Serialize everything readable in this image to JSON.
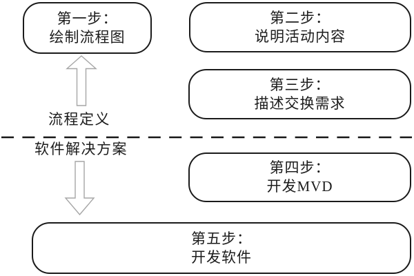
{
  "diagram": {
    "colors": {
      "background": "#ffffff",
      "box_border": "#1a1a1a",
      "text": "#1c1c1c",
      "divider": "#161616",
      "arrow_outline": "#a6a6a6",
      "arrow_fill": "#ffffff"
    },
    "boxes": [
      {
        "name": "step-1",
        "line1": "第一步：",
        "line2": "绘制流程图"
      },
      {
        "name": "step-2",
        "line1": "第二步：",
        "line2": "说明活动内容"
      },
      {
        "name": "step-3",
        "line1": "第三步：",
        "line2": "描述交换需求"
      },
      {
        "name": "step-4",
        "line1": "第四步：",
        "line2": "开发MVD"
      },
      {
        "name": "step-5",
        "line1": "第五步：",
        "line2": "开发软件"
      }
    ],
    "labels": {
      "process_definition": "流程定义",
      "software_solution": "软件解决方案"
    }
  }
}
